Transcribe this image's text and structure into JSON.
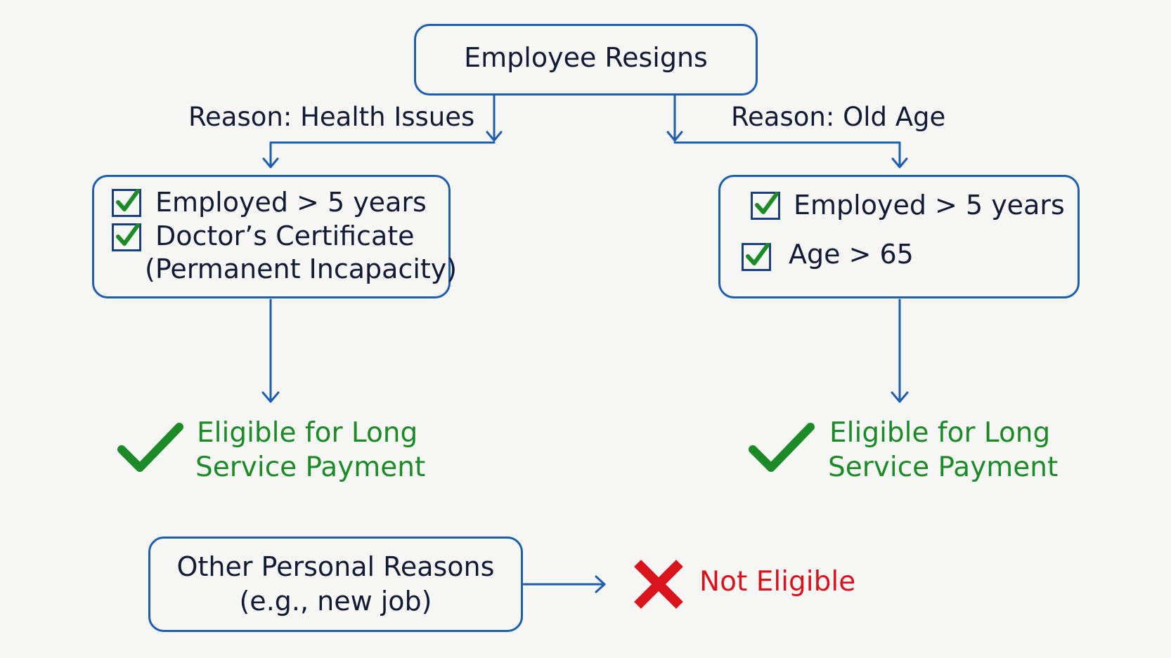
{
  "colors": {
    "box_border": "#1d5fad",
    "text": "#131a33",
    "eligible": "#1c8a27",
    "not_eligible": "#d9141c",
    "background": "#f6f6f4"
  },
  "start": {
    "label": "Employee Resigns"
  },
  "left_branch": {
    "reason": "Reason: Health Issues",
    "conditions": [
      "Employed > 5 years",
      "Doctor’s Certificate"
    ],
    "condition_note": "(Permanent Incapacity)",
    "result_line1": "Eligible for Long",
    "result_line2": "Service Payment",
    "result_icon": "check-mark-icon"
  },
  "right_branch": {
    "reason": "Reason: Old Age",
    "conditions": [
      "Employed > 5 years",
      "Age > 65"
    ],
    "result_line1": "Eligible for Long",
    "result_line2": "Service Payment",
    "result_icon": "check-mark-icon"
  },
  "other_branch": {
    "label_line1": "Other Personal Reasons",
    "label_line2": "(e.g., new job)",
    "result": "Not Eligible",
    "result_icon": "cross-mark-icon"
  }
}
